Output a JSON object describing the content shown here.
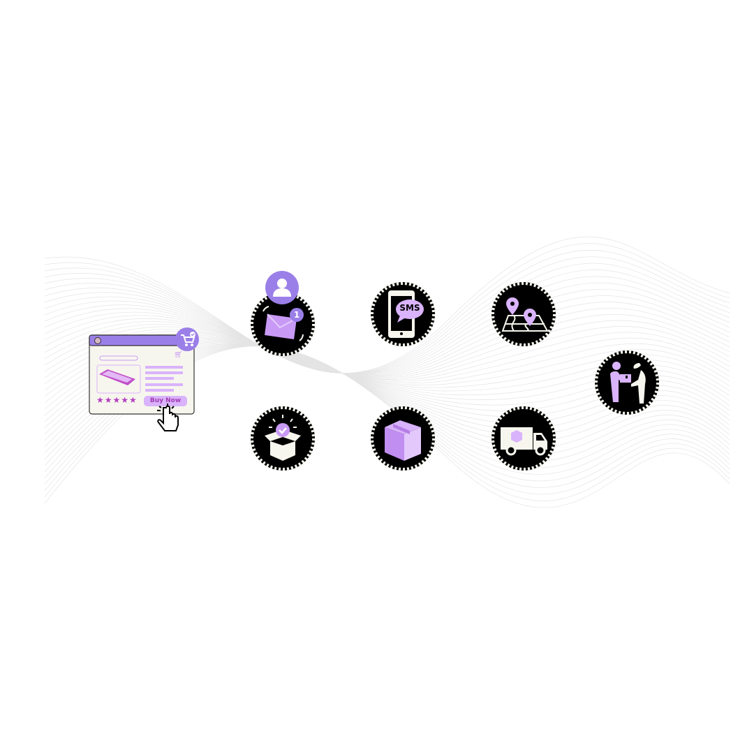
{
  "colors": {
    "purple": "#9b7fe8",
    "lavender": "#d9b3fb",
    "lilac": "#c89af5",
    "cream": "#f7f6ee",
    "black": "#000000"
  },
  "shop_window": {
    "button_label": "Buy Now",
    "rating_stars": 5,
    "cart_count": "1"
  },
  "steps": [
    {
      "name": "email-notification",
      "icon": "envelope-icon",
      "badge": "1"
    },
    {
      "name": "sms-notification",
      "icon": "phone-sms-icon",
      "label": "SMS"
    },
    {
      "name": "route-tracking",
      "icon": "map-pins-icon"
    },
    {
      "name": "order-confirmed",
      "icon": "open-box-check-icon"
    },
    {
      "name": "packaged",
      "icon": "package-box-icon"
    },
    {
      "name": "shipping",
      "icon": "delivery-truck-icon"
    },
    {
      "name": "delivered",
      "icon": "handover-icon"
    }
  ]
}
